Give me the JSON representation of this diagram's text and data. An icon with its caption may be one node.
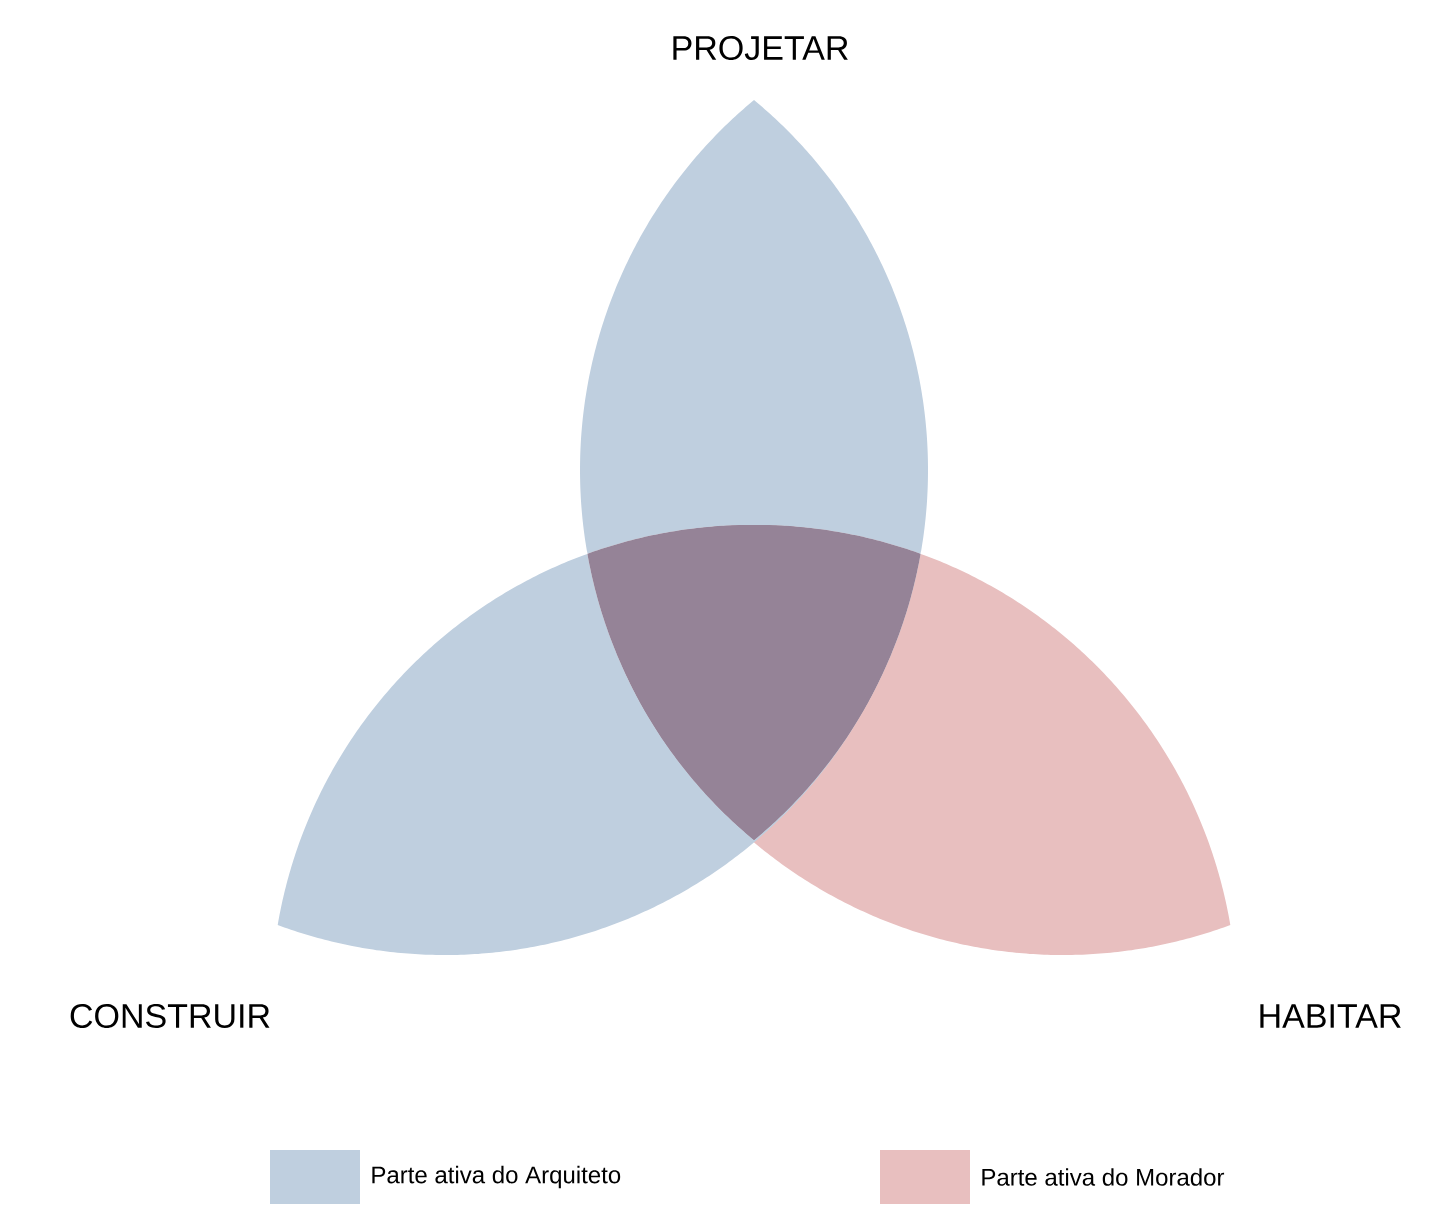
{
  "diagram": {
    "nodes": [
      {
        "text": [
          "PROJETAR"
        ]
      },
      {
        "text": [
          "CONSTRUIR"
        ]
      },
      {
        "text": [
          "HABITAR"
        ]
      }
    ],
    "legend": [
      {
        "text": "Parte ativa do Arquiteto",
        "color": "#bfcfdf"
      },
      {
        "text": "Parte ativa do Morador",
        "color": "#e8bfbf"
      }
    ]
  }
}
